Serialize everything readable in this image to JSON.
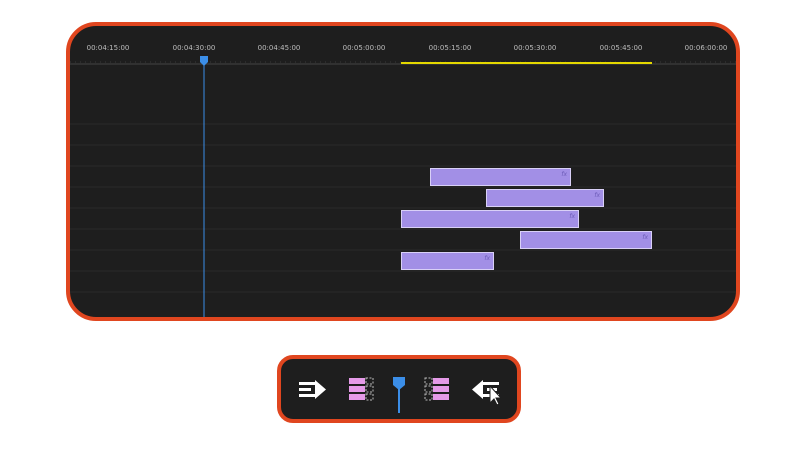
{
  "timeline": {
    "timecodes": [
      "00:04:15:00",
      "00:04:30:00",
      "00:04:45:00",
      "00:05:00:00",
      "00:05:15:00",
      "00:05:30:00",
      "00:05:45:00",
      "00:06:00:00"
    ],
    "clips": [
      {
        "fx_label": "fx"
      },
      {
        "fx_label": "fx"
      },
      {
        "fx_label": "fx"
      },
      {
        "fx_label": "fx"
      },
      {
        "fx_label": "fx"
      }
    ],
    "colors": {
      "panel_bg": "#1e1e1e",
      "border_accent": "#e0461f",
      "clip_fill": "#a28fe6",
      "playhead": "#3b8ee8",
      "work_area_bar": "#e4d800"
    }
  },
  "toolbar": {
    "tools": [
      {
        "name": "track-select-forward-tool",
        "icon": "arrow-right-lines-icon"
      },
      {
        "name": "ripple-edit-tool",
        "icon": "stacked-clips-icon"
      },
      {
        "name": "playhead-tool",
        "icon": "playhead-marker-icon"
      },
      {
        "name": "rolling-edit-tool",
        "icon": "stacked-clips-outline-icon"
      },
      {
        "name": "track-select-backward-tool",
        "icon": "arrow-left-cursor-icon"
      }
    ]
  }
}
